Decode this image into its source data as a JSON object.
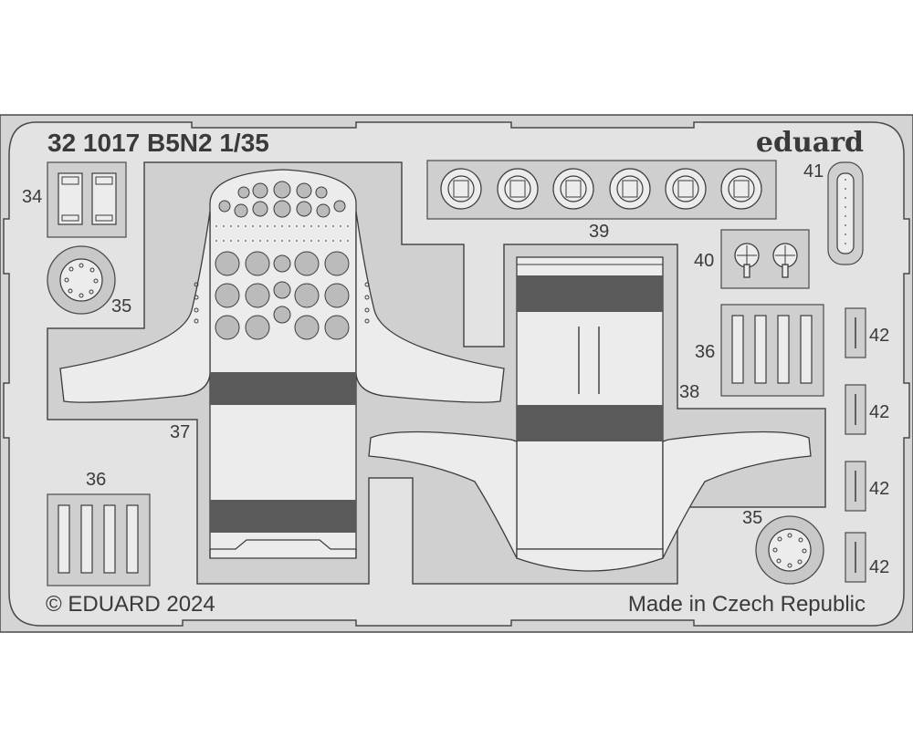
{
  "sheet": {
    "title": "32 1017 B5N2 1/35",
    "brand": "eduard",
    "copyright": "© EDUARD 2024",
    "origin": "Made in Czech Republic"
  },
  "part_labels": {
    "p34": "34",
    "p35a": "35",
    "p35b": "35",
    "p36a": "36",
    "p36b": "36",
    "p37": "37",
    "p38": "38",
    "p39": "39",
    "p40": "40",
    "p41": "41",
    "p42a": "42",
    "p42b": "42",
    "p42c": "42",
    "p42d": "42"
  },
  "colors": {
    "fret": "#d5d5d5",
    "part": "#ececec",
    "cutout": "#bdbdbd",
    "line": "#3c3c3c"
  }
}
